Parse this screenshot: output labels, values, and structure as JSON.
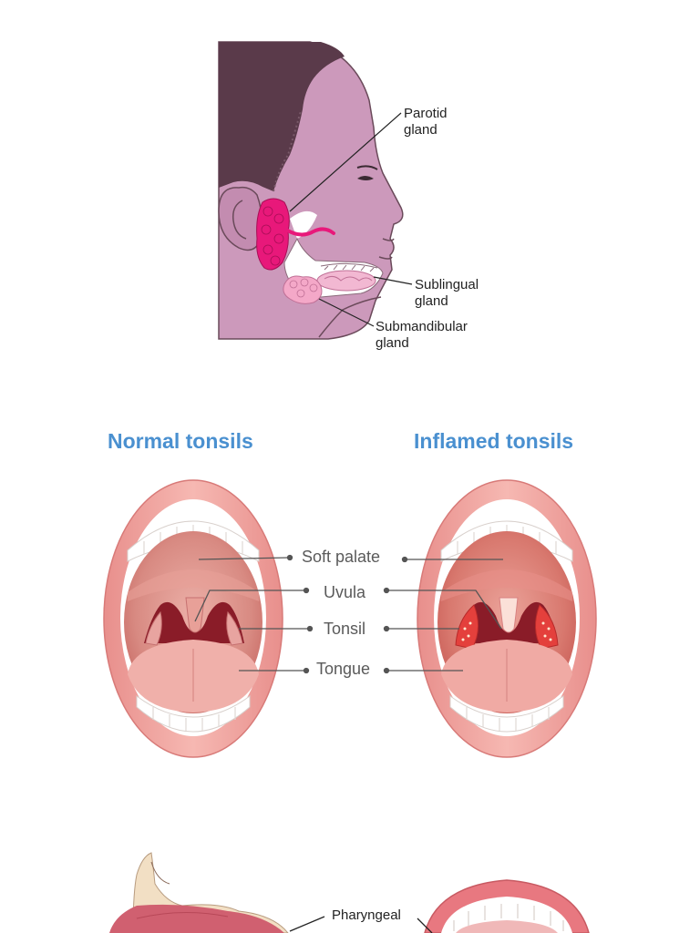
{
  "salivary": {
    "labels": {
      "parotid": [
        "Parotid",
        "gland"
      ],
      "sublingual": [
        "Sublingual",
        "gland"
      ],
      "submandibular": [
        "Submandibular",
        "gland"
      ]
    },
    "colors": {
      "skin": "#cc99bb",
      "hair": "#5a3a4a",
      "parotid": "#e8187a",
      "submandibular": "#f4a8c8"
    }
  },
  "tonsils": {
    "normal_title": "Normal tonsils",
    "inflamed_title": "Inflamed tonsils",
    "labels": {
      "soft_palate": "Soft palate",
      "uvula": "Uvula",
      "tonsil": "Tonsil",
      "tongue": "Tongue"
    },
    "colors": {
      "title": "#4a90d0",
      "lip": "#f0a5a0",
      "palate": "#d8847c",
      "throat": "#8a1c28",
      "inflamed": "#e4403c"
    }
  },
  "bottom": {
    "label_visible": "Pharyngeal"
  }
}
